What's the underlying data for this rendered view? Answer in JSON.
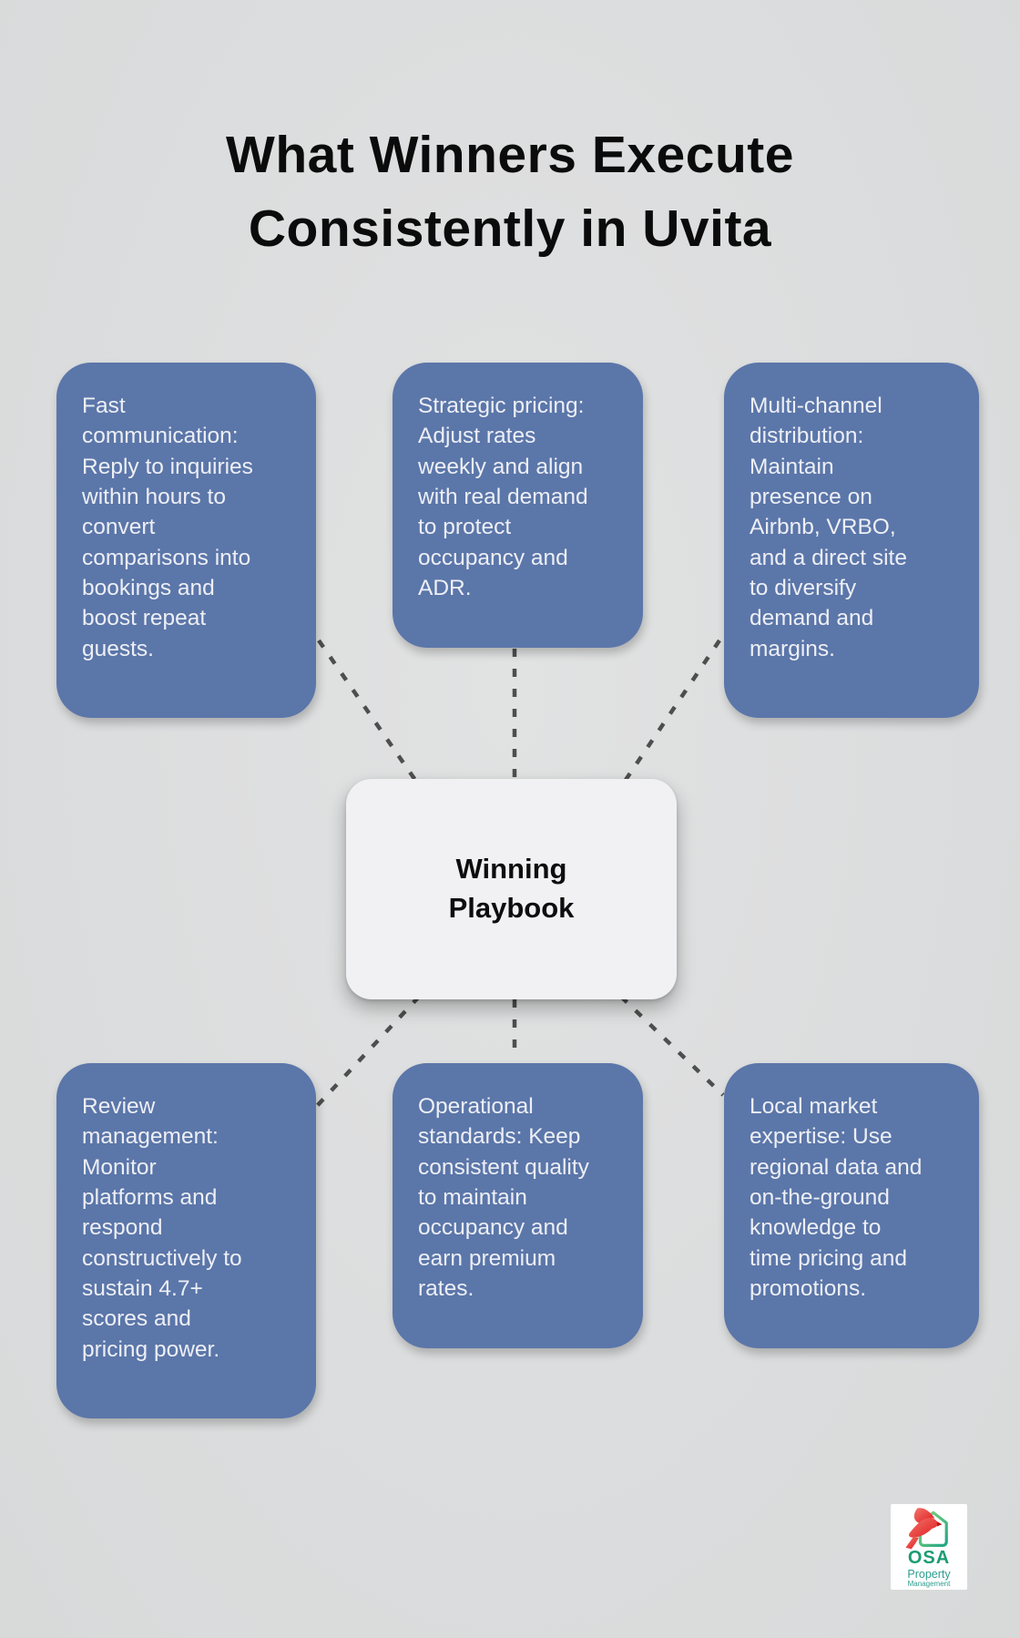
{
  "title": "What Winners Execute\nConsistently in Uvita",
  "center": {
    "label": "Winning\nPlaybook"
  },
  "nodes": [
    {
      "id": "fast-communication",
      "text": "Fast\ncommunication:\nReply to inquiries\nwithin hours to\nconvert\ncomparisons into\nbookings and\nboost repeat\nguests."
    },
    {
      "id": "strategic-pricing",
      "text": "Strategic pricing:\nAdjust rates\nweekly and align\nwith real demand\nto protect\noccupancy and\nADR."
    },
    {
      "id": "multi-channel-distribution",
      "text": "Multi-channel\ndistribution:\nMaintain\npresence on\nAirbnb, VRBO,\nand a direct site\nto diversify\ndemand and\nmargins."
    },
    {
      "id": "review-management",
      "text": "Review\nmanagement:\nMonitor\nplatforms and\nrespond\nconstructively to\nsustain 4.7+\nscores and\npricing power."
    },
    {
      "id": "operational-standards",
      "text": "Operational\nstandards: Keep\nconsistent quality\nto maintain\noccupancy and\nearn premium\nrates."
    },
    {
      "id": "local-market-expertise",
      "text": "Local market\nexpertise: Use\nregional data and\non-the-ground\nknowledge to\ntime pricing and\npromotions."
    }
  ],
  "logo": {
    "brand": "OSA",
    "line1": "Property",
    "line2": "Management"
  },
  "colors": {
    "background": "#dddede",
    "node_fill": "#5b76a9",
    "node_text": "#edeff5",
    "center_fill": "#f1f1f3",
    "center_text": "#0d0d0d",
    "connector": "#4e4e4e",
    "title_text": "#0b0b0b",
    "logo_green": "#1b9c72",
    "logo_teal": "#2b9c8e",
    "logo_red": "#de2a22"
  }
}
